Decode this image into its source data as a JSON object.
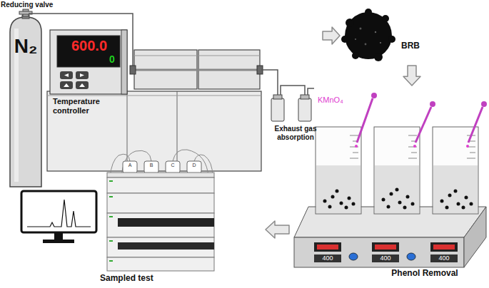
{
  "diagram": {
    "nodes": [
      {
        "text": [
          "N₂"
        ]
      },
      {
        "text": [
          "600.0",
          "0",
          "Temperature controller"
        ]
      },
      {
        "text": [
          "Exhaust gas absorption"
        ]
      },
      {
        "text": [
          "BRB"
        ]
      },
      {
        "text": [
          "Phenol Removal"
        ]
      },
      {
        "text": [
          "Sampled test"
        ]
      }
    ],
    "edges": [
      {
        "from": 0,
        "to": 1,
        "arrow": "none"
      },
      {
        "from": 1,
        "to": 2,
        "arrow": "none"
      },
      {
        "from": 2,
        "to": 3,
        "arrow": "to"
      },
      {
        "from": 3,
        "to": 4,
        "arrow": "to"
      },
      {
        "from": 4,
        "to": 5,
        "arrow": "to"
      }
    ],
    "labels": [
      "Reducing valve",
      "KMnO₄",
      "400",
      "400",
      "400",
      "A",
      "B",
      "C",
      "D"
    ]
  }
}
